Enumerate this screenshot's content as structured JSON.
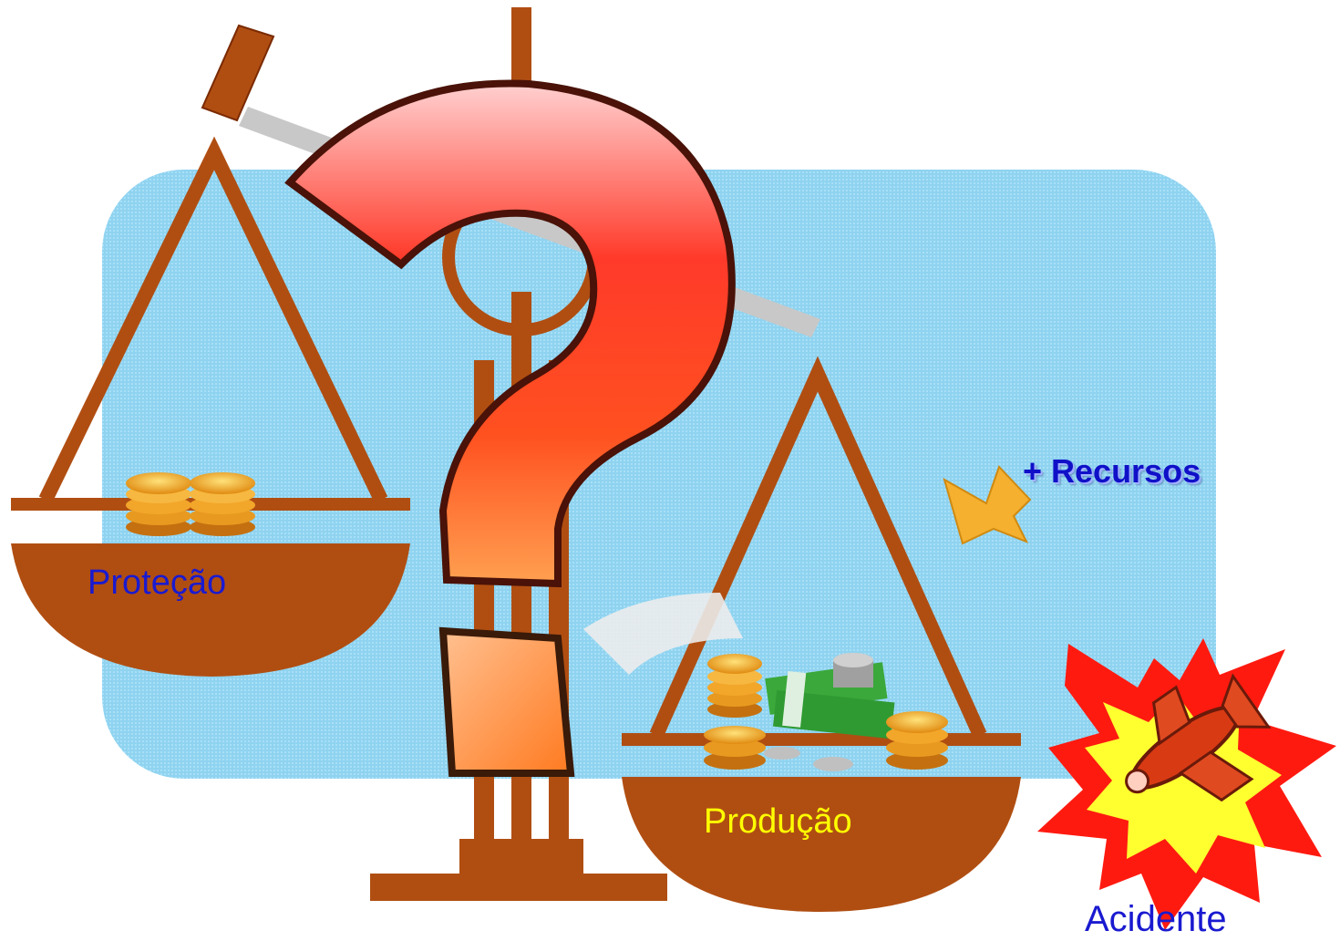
{
  "labels": {
    "protecao": "Proteção",
    "producao": "Produção",
    "recursos": "+ Recursos",
    "acidente": "Acidente"
  },
  "colors": {
    "scale_brown": "#b04e12",
    "panel_blue": "#8fd3f0",
    "protecao_text": "#1a1ad0",
    "producao_text": "#ffff00",
    "recursos_text": "#1010c8",
    "acidente_text": "#1a1ad0",
    "question_red": "#ff2a1a",
    "question_orange": "#ff8a30",
    "coin_gold": "#f2a62a",
    "money_green": "#3aa83a",
    "arrow_orange": "#f5b030",
    "explosion_red": "#ff1a10",
    "explosion_yellow": "#ffff30"
  },
  "icons": {
    "question": "question-mark-icon",
    "arrow": "arrow-icon",
    "explosion": "explosion-icon",
    "airplane": "crashed-airplane-icon",
    "coins": "coin-stack-icon",
    "money": "banknote-stack-icon"
  }
}
